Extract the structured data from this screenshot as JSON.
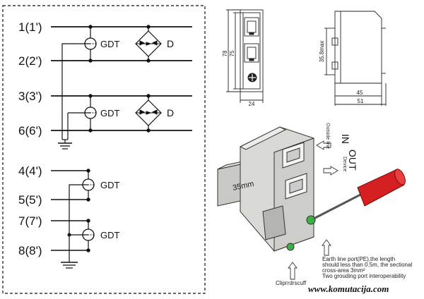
{
  "schematic": {
    "terminals": [
      "1(1')",
      "2(2')",
      "3(3')",
      "6(6')",
      "4(4')",
      "5(5')",
      "7(7')",
      "8(8')"
    ],
    "gdt_label": "GDT",
    "diode_label": "D"
  },
  "front_view": {
    "dim_height_outer": "78",
    "dim_height_inner": "75",
    "dim_width": "24"
  },
  "side_view": {
    "dim_height": "35.8max",
    "dim_depth_inner": "45",
    "dim_depth_outer": "51"
  },
  "iso_view": {
    "in_label": "IN",
    "out_label": "OUT",
    "outside_line_label": "Outside line",
    "device_label": "Device",
    "rail_label": "35mm",
    "clip_label": "Clipгrdrscuff",
    "earth_note": [
      "Earth line port(PE),the length",
      "should less than 0.5m,  the sectional",
      "cross-area 3mm²",
      "Two grouding port interoperability"
    ]
  },
  "website": "www.komutacija.com",
  "colors": {
    "line": "#111111",
    "housing": "#d9d9d6",
    "housing_dark": "#b4b4b0",
    "screwdriver": "#d42020",
    "terminal_green": "#3cb043"
  }
}
